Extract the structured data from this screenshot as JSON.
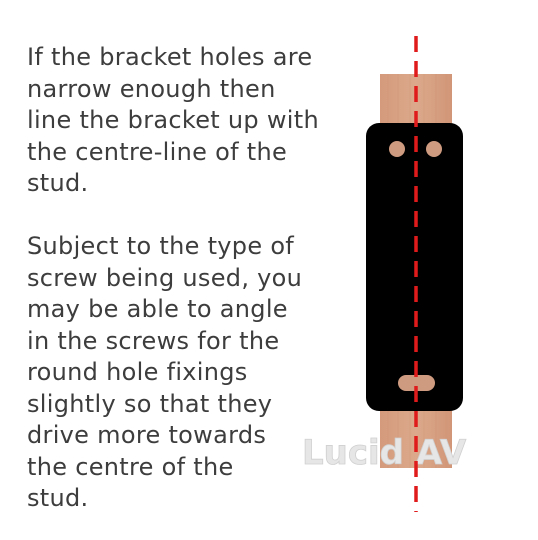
{
  "instructions": {
    "paragraph1_lines": [
      "If the bracket holes are",
      "narrow enough then",
      "line the bracket up with",
      "the centre-line of the",
      "stud."
    ],
    "paragraph2_lines": [
      "Subject to the type of",
      "screw being used, you",
      "may be able to angle",
      "in the screws for the",
      "round hole fixings",
      "slightly so that they",
      "drive more towards",
      "the centre of the",
      "stud."
    ]
  },
  "diagram": {
    "watermark": "Lucid AV",
    "colors": {
      "stud": "#d9a586",
      "bracket": "#000000",
      "hole": "#cf9b80",
      "centre_line": "#e01b1b"
    }
  }
}
